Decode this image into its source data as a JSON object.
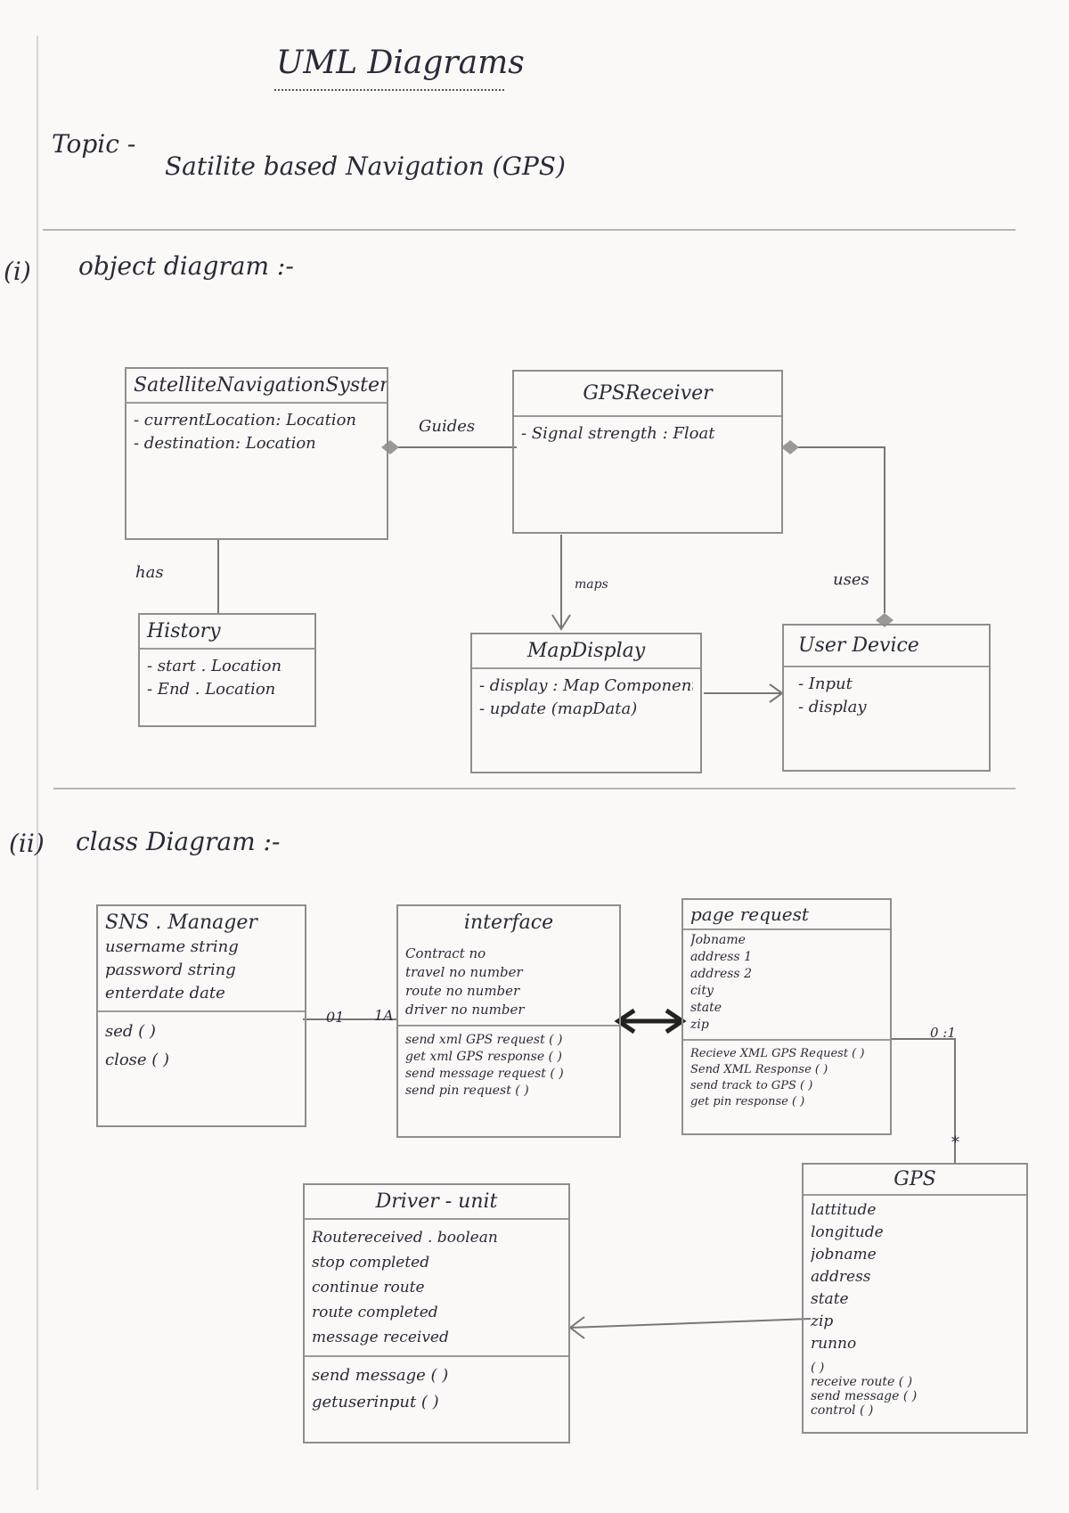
{
  "title": "UML Diagrams",
  "topic": {
    "label": "Topic -",
    "text": "Satilite based Navigation (GPS)"
  },
  "object_section": {
    "number": "(i)",
    "heading": "object diagram :-",
    "boxes": {
      "sns": {
        "name": "SatelliteNavigationSystem",
        "attrs": [
          "- currentLocation: Location",
          "- destination: Location"
        ]
      },
      "gps": {
        "name": "GPSReceiver",
        "attrs": [
          "- Signal strength : Float"
        ]
      },
      "history": {
        "name": "History",
        "attrs": [
          "- start . Location",
          "- End . Location"
        ]
      },
      "map": {
        "name": "MapDisplay",
        "attrs": [
          "- display : Map Component",
          "- update (mapData)"
        ]
      },
      "device": {
        "name": "User Device",
        "attrs": [
          "- Input",
          "- display"
        ]
      }
    },
    "labels": {
      "guides": "Guides",
      "has": "has",
      "maps": "maps",
      "uses": "uses"
    }
  },
  "class_section": {
    "number": "(ii)",
    "heading": "class Diagram :-",
    "boxes": {
      "manager": {
        "name": "SNS . Manager",
        "attrs": [
          "username string",
          "password string",
          "enterdate date"
        ],
        "ops": [
          "sed ( )",
          "close ( )"
        ]
      },
      "interface": {
        "name": "interface",
        "attrs": [
          "Contract no",
          "travel no number",
          "route no number",
          "driver no number"
        ],
        "ops": [
          "send xml GPS request ( )",
          "get xml GPS response ( )",
          "send message request ( )",
          "send pin request ( )"
        ]
      },
      "page": {
        "name": "page request",
        "attrs": [
          "Jobname",
          "address 1",
          "address 2",
          "city",
          "state",
          "zip"
        ],
        "ops": [
          "Recieve XML GPS Request ( )",
          "Send XML Response ( )",
          "send track to GPS ( )",
          "get pin response ( )"
        ]
      },
      "driver": {
        "name": "Driver - unit",
        "attrs": [
          "Routereceived . boolean",
          "stop completed",
          "continue route",
          "route completed",
          "message received"
        ],
        "ops": [
          "send message ( )",
          "getuserinput ( )"
        ]
      },
      "gps": {
        "name": "GPS",
        "attrs": [
          "lattitude",
          "longitude",
          "jobname",
          "address",
          "state",
          "zip",
          "runno"
        ],
        "ops": [
          "( )",
          "receive route ( )",
          "send message ( )",
          "control ( )"
        ]
      }
    },
    "multiplicity": {
      "left": "01",
      "right": "1A",
      "pr_a": "0 :1",
      "pr_b": "*"
    }
  }
}
